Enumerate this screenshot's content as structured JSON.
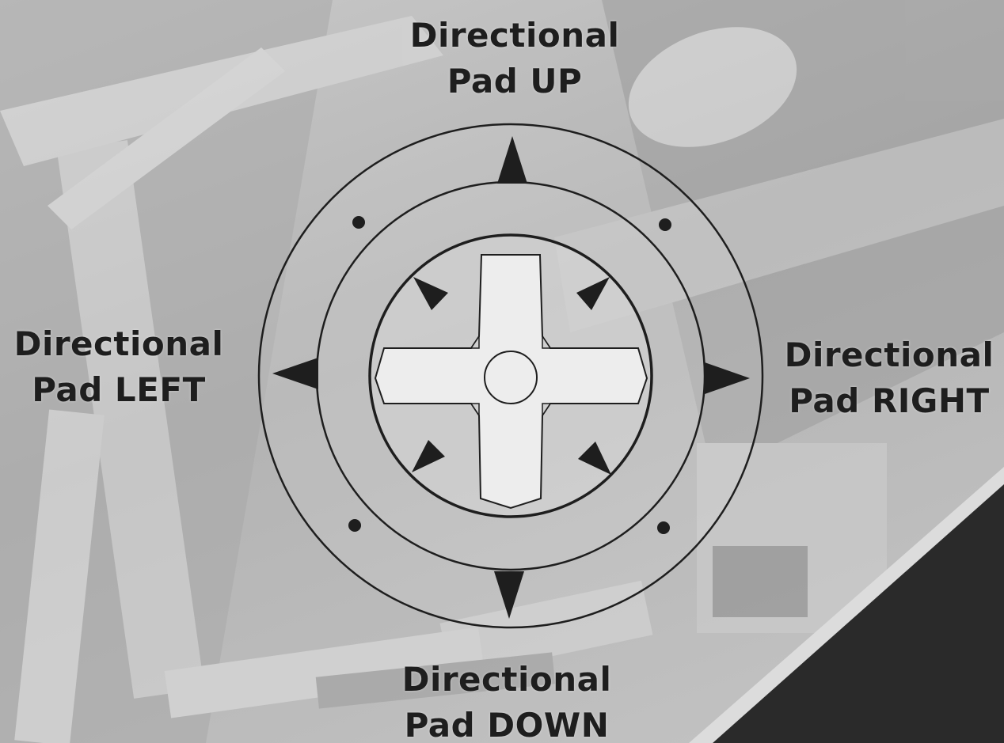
{
  "labels": {
    "up": {
      "line1": "Directional",
      "line2": "Pad UP"
    },
    "left": {
      "line1": "Directional",
      "line2": "Pad LEFT"
    },
    "right": {
      "line1": "Directional",
      "line2": "Pad RIGHT"
    },
    "down": {
      "line1": "Directional",
      "line2": "Pad DOWN"
    }
  },
  "colors": {
    "ink": "#1e1e1e",
    "pad_fill": "#ededed",
    "background_gray": "#bdbdbd"
  },
  "icons": {
    "arrow_cardinal": "triangle-arrow-icon",
    "arrow_diagonal": "triangle-arrow-icon",
    "dot": "dot-icon",
    "pad": "dpad-cross-icon"
  }
}
